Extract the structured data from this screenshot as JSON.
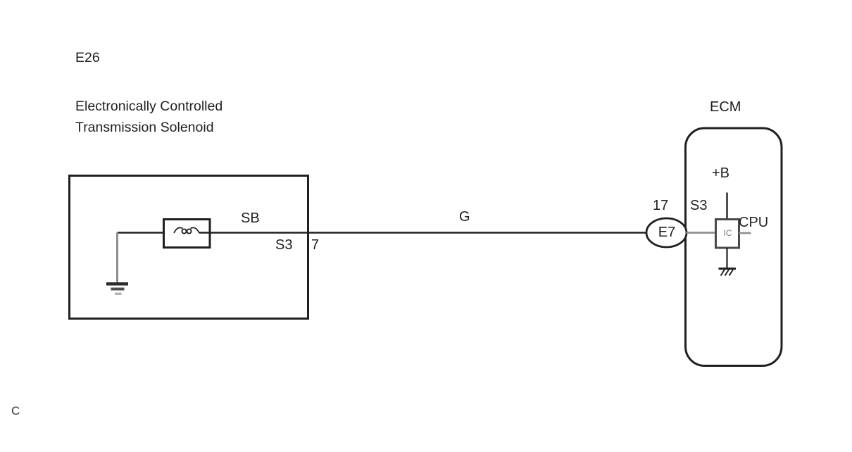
{
  "page": {
    "background": "#ffffff",
    "footer_note": "C"
  },
  "colors": {
    "line_dark": "#231f20",
    "line_gray": "#8f8f8f",
    "ic_border": "#4a4a4a",
    "ic_text": "#7a7a7a",
    "ground_bar_mid": "#4f4f4f",
    "ground_bar_light": "#b3b3b3"
  },
  "left_component": {
    "connector_id": "E26",
    "name": "Electronically Controlled\nTransmission Solenoid",
    "wire_label": "SB",
    "terminal": "S3",
    "pin": "7"
  },
  "wire": {
    "color_code": "G"
  },
  "ecm": {
    "title": "ECM",
    "pin": "17",
    "terminal": "S3",
    "connector": "E7",
    "power_label": "+B",
    "cpu_label": "CPU",
    "ic_label": "IC"
  }
}
